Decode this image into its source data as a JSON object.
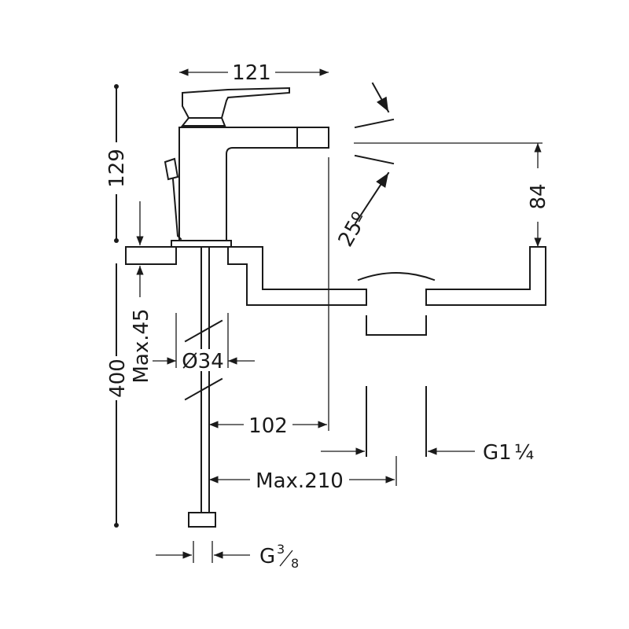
{
  "drawing": {
    "dimensions": {
      "width_top": "121",
      "height_left": "129",
      "spout_height": "84",
      "spray_angle": "25º",
      "max_deck": "Max.45",
      "total_length": "400",
      "hole_diameter": "Ø34",
      "spout_reach": "102",
      "max_reach": "Max.210",
      "waste_thread": "G1",
      "waste_thread_fraction": "¼",
      "inlet_thread": "G",
      "inlet_thread_fraction_num": "3",
      "inlet_thread_fraction_den": "8"
    },
    "colors": {
      "line": "#1a1a1a",
      "background": "#ffffff"
    }
  }
}
